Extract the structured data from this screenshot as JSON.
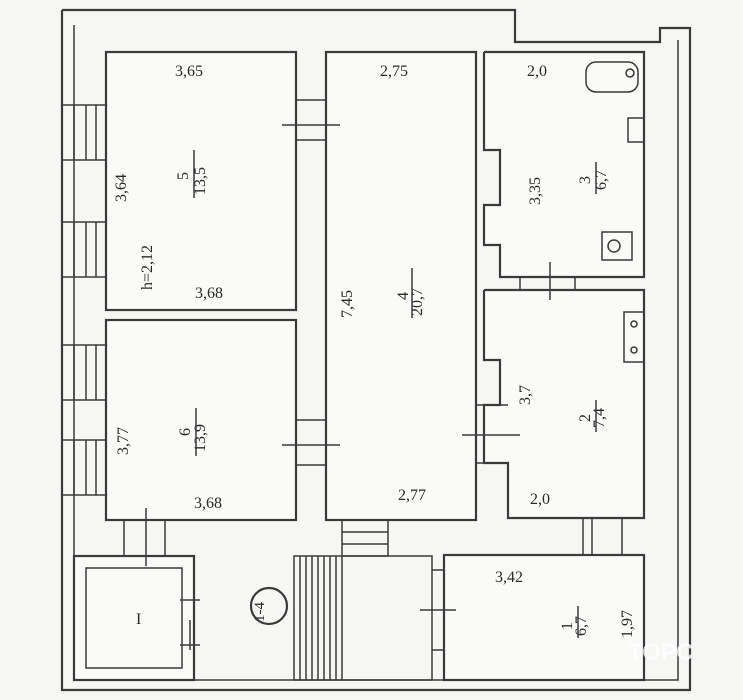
{
  "stair_label": "1-4",
  "watermark": "ТОРС",
  "rooms": {
    "r5": {
      "number": "5",
      "area": "13,5",
      "dim_top": "3,65",
      "dim_left": "3,64",
      "dim_bottom": "3,68",
      "height": "h=2,12"
    },
    "r6": {
      "number": "6",
      "area": "13,9",
      "dim_left": "3,77",
      "dim_bottom": "3,68"
    },
    "r4": {
      "number": "4",
      "area": "20,7",
      "dim_top": "2,75",
      "dim_left": "7,45",
      "dim_bottom": "2,77"
    },
    "r3": {
      "number": "3",
      "area": "6,7",
      "dim_top": "2,0",
      "dim_left": "3,35"
    },
    "r2": {
      "number": "2",
      "area": "7,4",
      "dim_left": "3,7",
      "dim_bottom": "2,0"
    },
    "r1": {
      "number": "1",
      "area": "6,7",
      "dim_top": "3,42",
      "dim_right": "1,97"
    },
    "rI": {
      "label": "I"
    }
  },
  "colors": {
    "paper": "#f6f6f4",
    "line": "#3a3a3a",
    "text": "#2a2a2a"
  }
}
